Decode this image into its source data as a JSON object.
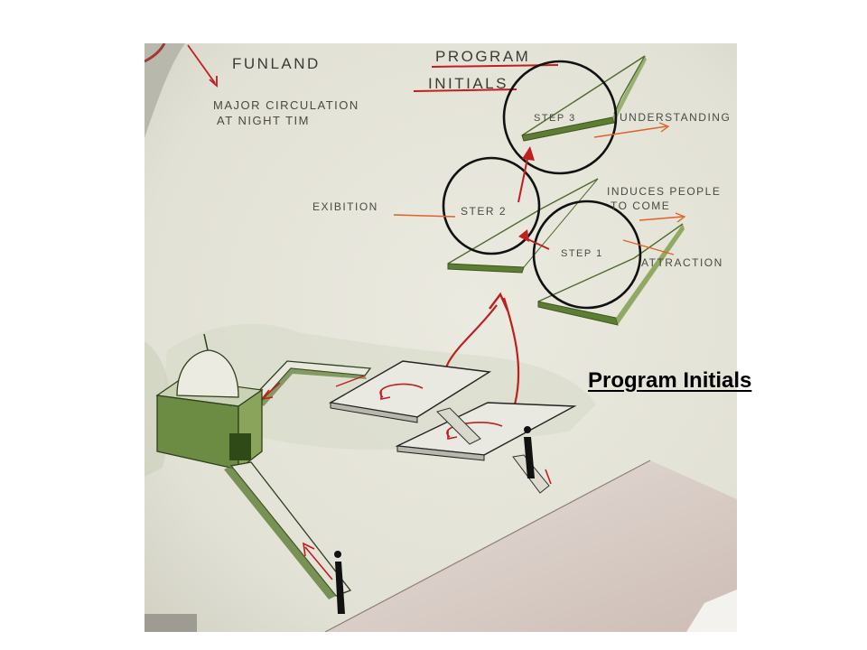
{
  "labels": {
    "funland": "FUNLAND",
    "circulation_line1": "MAJOR CIRCULATION",
    "circulation_line2": "AT NIGHT TIM",
    "program_title_line1": "PROGRAM",
    "program_title_line2": "INITIALS",
    "step3": "STEP 3",
    "step2": "STER 2",
    "step1": "STEP 1",
    "understanding": "UNDERSTANDING",
    "exibition": "EXIBITION",
    "induces_line1": "INDUCES PEOPLE",
    "induces_line2": "TO COME",
    "attraction": "ATTRACTION"
  },
  "caption": "Program Initials",
  "colors": {
    "paper": "#e4e2d6",
    "ink": "#111111",
    "green": "#4e6a2e",
    "red": "#c01f1f",
    "orange": "#e0612a"
  }
}
